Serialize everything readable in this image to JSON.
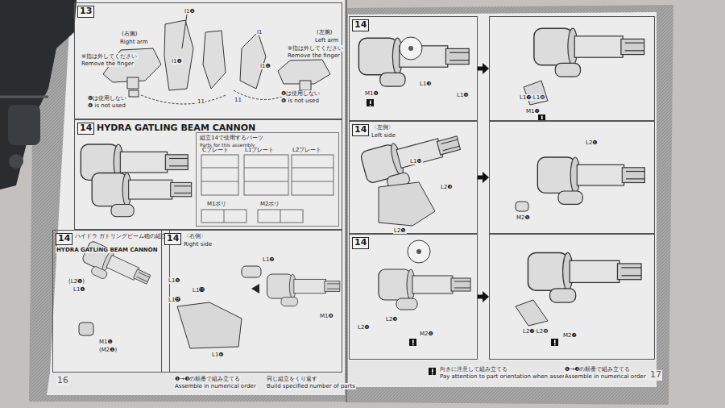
{
  "diagram": {
    "nodes": [
      {
        "text": [
          "13"
        ]
      },
      {
        "text": [
          "14",
          "HYDRA GATLING BEAM CANNON"
        ]
      },
      {
        "text": [
          "組立14で使用するパーツ",
          "Parts for this assembly"
        ],
        "in": 1
      },
      {
        "text": [
          "14",
          "ハイドラ ガトリングビーム砲の組立",
          "HYDRA GATLING BEAM CANNON"
        ]
      },
      {
        "text": [
          "14",
          "〈右側〉",
          "Right side"
        ]
      },
      {
        "text": [
          "14"
        ]
      },
      {
        "text": [
          "L1❼·L1❽"
        ]
      },
      {
        "text": [
          "14",
          "〈左側〉",
          "Left side"
        ]
      },
      {
        "text": [
          "L2❶"
        ]
      },
      {
        "text": [
          "14"
        ]
      },
      {
        "text": [
          "L2❼·L2❽"
        ]
      }
    ],
    "edges": [
      {
        "from": 5,
        "to": 6,
        "arrow": "to"
      },
      {
        "from": 7,
        "to": 8,
        "arrow": "to"
      },
      {
        "from": 9,
        "to": 10,
        "arrow": "to"
      }
    ],
    "labels": [
      "(右腕)",
      "Right arm",
      "I1❷",
      "I1❶",
      "I1",
      "※指は外してください",
      "Remove the finger",
      "(左腕)",
      "Left arm",
      "※指は外してください",
      "Remove the finger",
      "I1❶",
      "❻は使用しない",
      "❻ is not used",
      "❻は使用しない",
      "❻ is not used",
      "11",
      "11",
      "Cプレート",
      "L1プレート",
      "L2プレート",
      "M1ポリ",
      "M2ポリ",
      "(L2❶)",
      "L1❶",
      "M1❶",
      "(M2❶)",
      "L1❺",
      "L1⓫",
      "L1⓬",
      "L1❻",
      "L1❷",
      "M1❽",
      "16",
      "❶→❸の順番で組み立てる",
      "Assemble in numerical order",
      "同じ組立をくり返す",
      "Build specified number of parts",
      "L1❸",
      "M1❹",
      "L1❺",
      "M1❼",
      "L1❿",
      "L2❸",
      "L2❺",
      "M2❺",
      "L2❹",
      "L2❸",
      "M2❹",
      "M2❼",
      "向きに注意して組み立てる",
      "Pay attention to part orientation when assembling",
      "❶→❸の順番で組み立てる",
      "Assemble in numerical order",
      "17"
    ]
  }
}
